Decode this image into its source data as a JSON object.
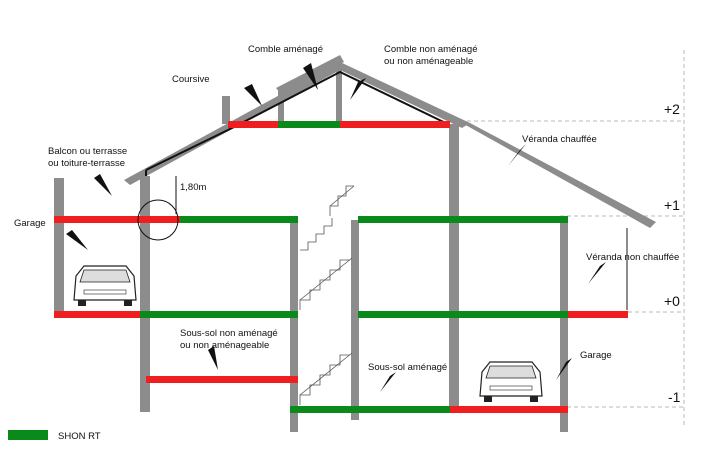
{
  "labels": {
    "comble_amenage": "Comble aménagé",
    "comble_non_amenage_1": "Comble non aménagé",
    "comble_non_amenage_2": "ou non aménageable",
    "coursive": "Coursive",
    "balcon_1": "Balcon ou terrasse",
    "balcon_2": "ou toiture-terrasse",
    "dimension": "1,80m",
    "veranda_chauffee": "Véranda chauffée",
    "garage_left": "Garage",
    "veranda_non_chauffee": "Véranda non chauffée",
    "sous_sol_non_amenage_1": "Sous-sol non aménagé",
    "sous_sol_non_amenage_2": "ou non aménageable",
    "sous_sol_amenage": "Sous-sol aménagé",
    "garage_right": "Garage"
  },
  "levels": {
    "plus2": "+2",
    "plus1": "+1",
    "zero": "+0",
    "minus1": "-1"
  },
  "legend": {
    "label": "SHON RT",
    "color": "#0a8a1a"
  },
  "colors": {
    "shon_rt": "#0a8a1a",
    "excluded": "#ef1f1f",
    "structure": "#8c8c8c"
  }
}
